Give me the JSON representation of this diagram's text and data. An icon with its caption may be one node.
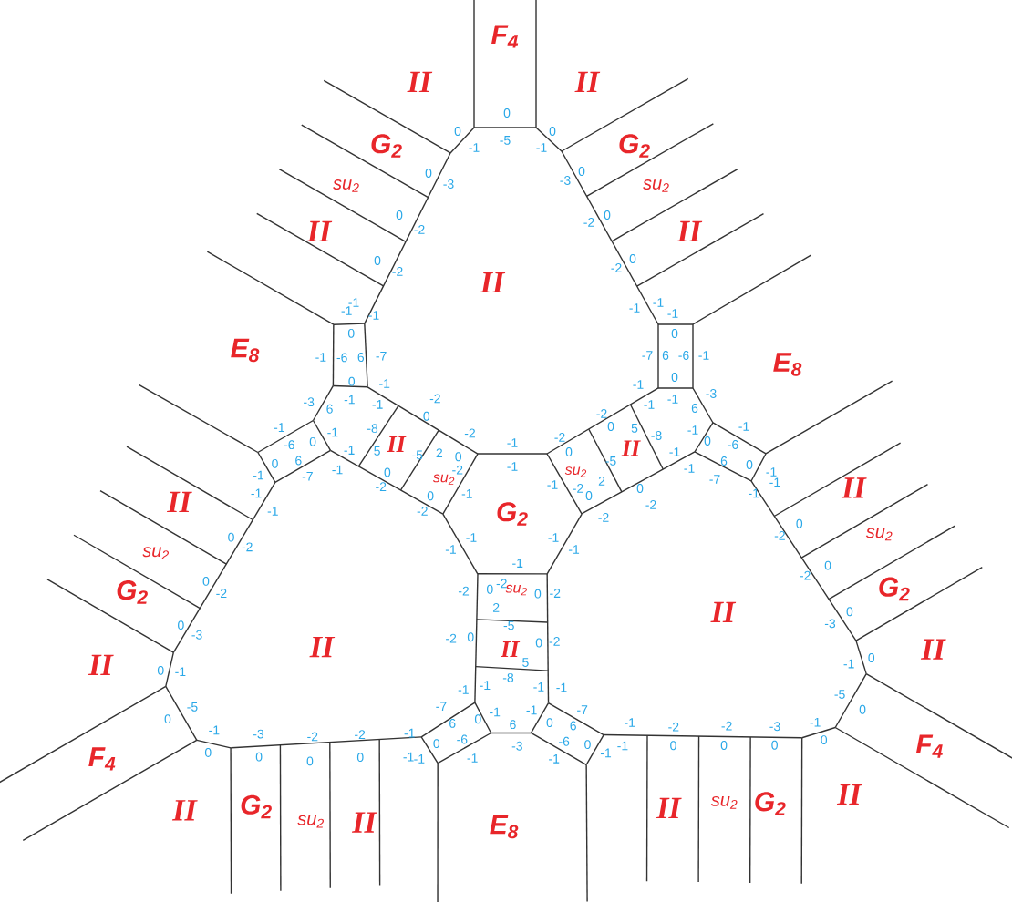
{
  "diagram": {
    "labels": [
      "F$_{4}$",
      "II",
      "G$_{2}$",
      "su$_{2}$",
      "II",
      "II",
      "G$_{2}$",
      "su$_{2}$",
      "II",
      "II",
      "E$_{8}$",
      "su$_{2}$",
      "II",
      "0",
      "-5",
      "0",
      "-1",
      "0",
      "-1",
      "0",
      "-3",
      "0",
      "-2",
      "0",
      "-2",
      "-1",
      "-1",
      "0",
      "-3",
      "0",
      "-2",
      "0",
      "-2",
      "-1",
      "-1",
      "-1",
      "0",
      "-7",
      "6",
      "-6",
      "-1",
      "0",
      "-1",
      "-1",
      "-1",
      "6",
      "-3",
      "-1",
      "0",
      "-1",
      "-1",
      "-1",
      "-6",
      "6",
      "-7",
      "0",
      "-1",
      "-2",
      "0",
      "-2",
      "0",
      "-8",
      "5",
      "-5",
      "2",
      "0",
      "-2",
      "0",
      "-2",
      "-1",
      "-2",
      "-1",
      "-1",
      "F$_{4}$",
      "II",
      "G$_{2}$",
      "su$_{2}$",
      "II",
      "II",
      "G$_{2}$",
      "su$_{2}$",
      "II",
      "II",
      "E$_{8}$",
      "su$_{2}$",
      "II",
      "0",
      "-5",
      "0",
      "-1",
      "0",
      "-1",
      "0",
      "-3",
      "0",
      "-2",
      "0",
      "-2",
      "-1",
      "-1",
      "0",
      "-3",
      "0",
      "-2",
      "0",
      "-2",
      "-1",
      "-1",
      "-1",
      "0",
      "-7",
      "6",
      "-6",
      "-1",
      "0",
      "-1",
      "-1",
      "-1",
      "6",
      "-3",
      "-1",
      "0",
      "-1",
      "-1",
      "-1",
      "-6",
      "6",
      "-7",
      "0",
      "-1",
      "-2",
      "0",
      "-2",
      "0",
      "-8",
      "5",
      "-5",
      "2",
      "0",
      "-2",
      "0",
      "-2",
      "-1",
      "-2",
      "-1",
      "-1",
      "F$_{4}$",
      "II",
      "G$_{2}$",
      "su$_{2}$",
      "II",
      "II",
      "G$_{2}$",
      "su$_{2}$",
      "II",
      "II",
      "E$_{8}$",
      "su$_{2}$",
      "II",
      "0",
      "-5",
      "0",
      "-1",
      "0",
      "-1",
      "0",
      "-3",
      "0",
      "-2",
      "0",
      "-2",
      "-1",
      "-1",
      "0",
      "-3",
      "0",
      "-2",
      "0",
      "-2",
      "-1",
      "-1",
      "-1",
      "0",
      "-7",
      "6",
      "-6",
      "-1",
      "0",
      "-1",
      "-1",
      "-1",
      "6",
      "-3",
      "-1",
      "0",
      "-1",
      "-1",
      "-1",
      "-6",
      "6",
      "-7",
      "0",
      "-1",
      "-2",
      "0",
      "-2",
      "0",
      "-8",
      "5",
      "-5",
      "2",
      "0",
      "-2",
      "0",
      "-2",
      "-1",
      "-2",
      "-1",
      "-1",
      "G$_{2}$"
    ]
  }
}
